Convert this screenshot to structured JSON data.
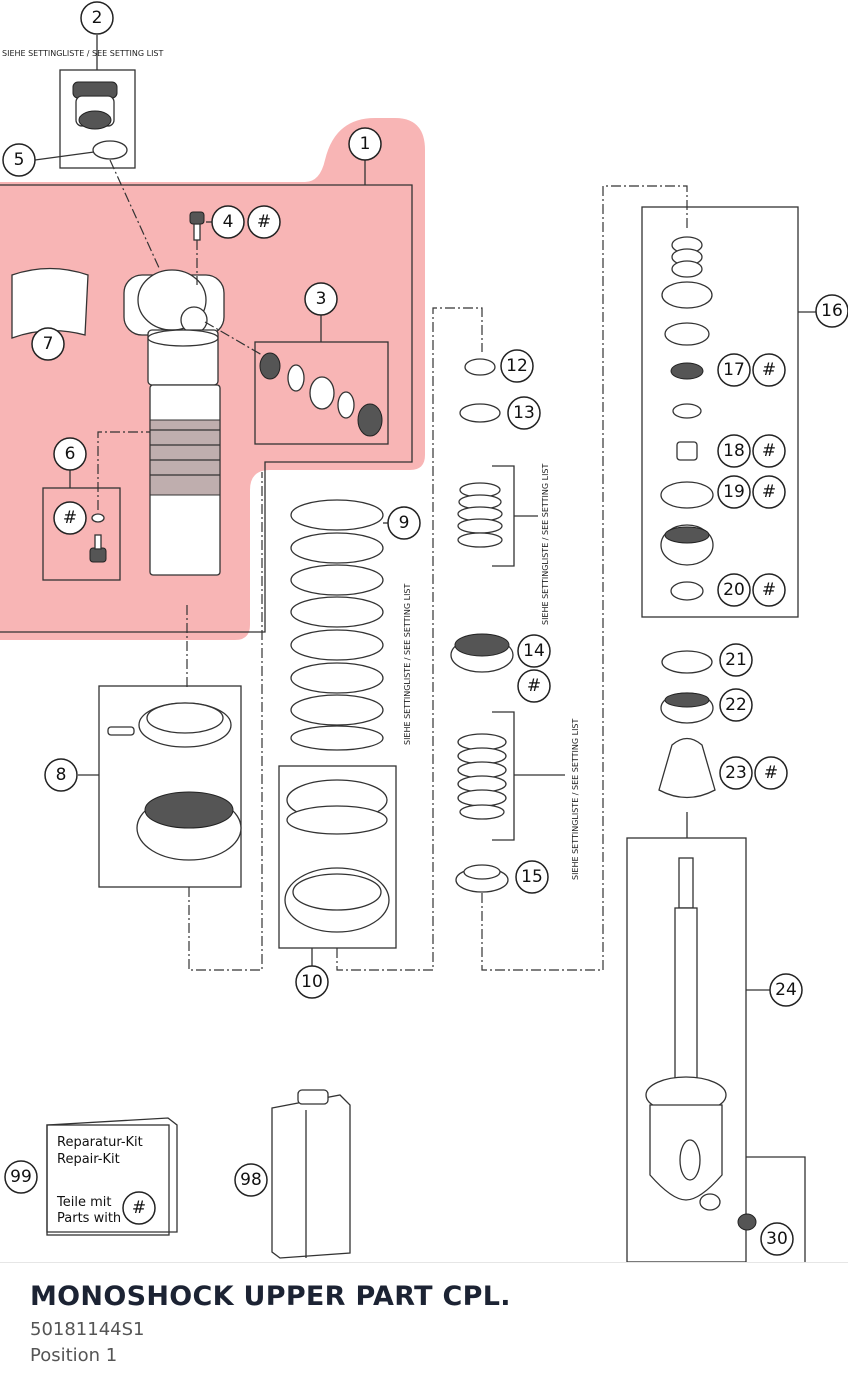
{
  "diagram": {
    "setting_list_label": "SIEHE SETTINGLISTE / SEE SETTING LIST",
    "hash": "#",
    "callouts": {
      "c1": "1",
      "c2": "2",
      "c3": "3",
      "c4": "4",
      "c5": "5",
      "c6": "6",
      "c7": "7",
      "c8": "8",
      "c9": "9",
      "c10": "10",
      "c12": "12",
      "c13": "13",
      "c14": "14",
      "c15": "15",
      "c16": "16",
      "c17": "17",
      "c18": "18",
      "c19": "19",
      "c20": "20",
      "c21": "21",
      "c22": "22",
      "c23": "23",
      "c24": "24",
      "c30": "30",
      "c98": "98",
      "c99": "99"
    },
    "repair_kit": {
      "line1": "Reparatur-Kit",
      "line2": "Repair-Kit",
      "line3": "Teile mit",
      "line4": "Parts with"
    },
    "highlight_color": "#f7a8a8",
    "line_color": "#333333"
  },
  "caption": {
    "title": "MONOSHOCK UPPER PART CPL.",
    "part_number": "50181144S1",
    "position": "Position 1"
  }
}
